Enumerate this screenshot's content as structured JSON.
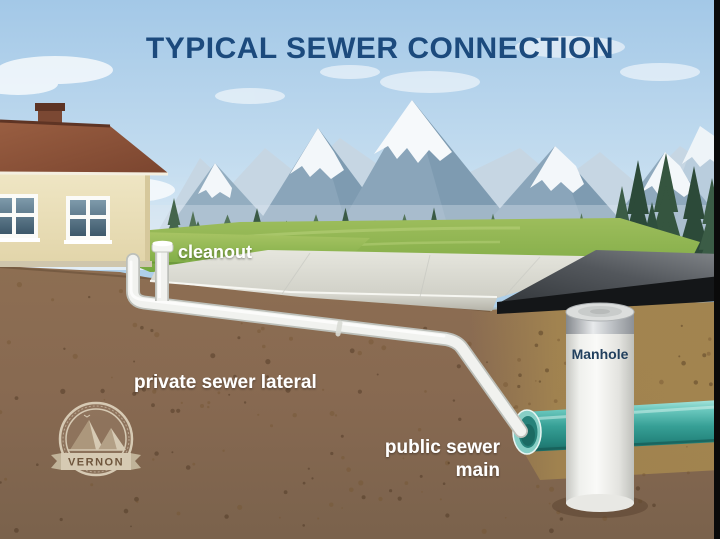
{
  "title": "TYPICAL SEWER CONNECTION",
  "labels": {
    "cleanout": "cleanout",
    "private_lateral": "private sewer lateral",
    "public_main_line1": "public sewer",
    "public_main_line2": "main",
    "manhole": "Manhole"
  },
  "logo": {
    "text": "VERNON"
  },
  "colors": {
    "title_text": "#1c4a7d",
    "label_text": "#ffffff",
    "manhole_text": "#22405e",
    "sky_top": "#9cc4e4",
    "sky_horizon": "#e2eef7",
    "grass_green": "#84ad45",
    "soil_brown": "#8a6b4f",
    "soil_tan": "#a5874f",
    "concrete_gray": "#ddddd5",
    "asphalt_dark": "#3d4145",
    "pipe_white": "#f1f2ef",
    "sewer_main_teal": "#3aa89e",
    "manhole_white": "#f4f4f1",
    "roof_brown": "#8a5138",
    "house_wall_cream": "#eadfb8",
    "logo_cream": "#e9e0ca",
    "logo_text_brown": "#6b5238"
  }
}
